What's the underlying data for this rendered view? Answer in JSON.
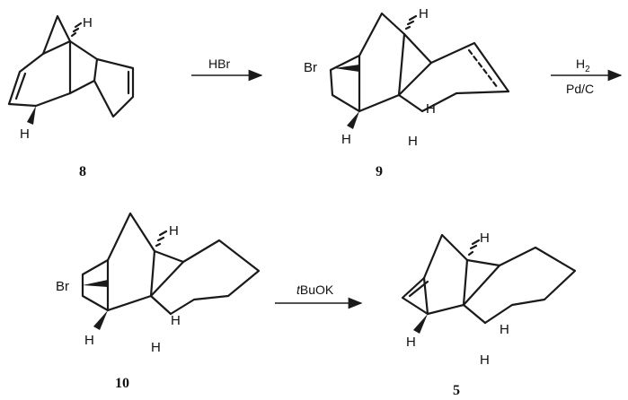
{
  "scheme": {
    "compounds": [
      {
        "number": "8"
      },
      {
        "number": "9"
      },
      {
        "number": "10"
      },
      {
        "number": "5"
      }
    ],
    "arrows": [
      {
        "reagent": "HBr"
      },
      {
        "reagent_top": "H",
        "reagent_top_sub": "2",
        "reagent_bottom": "Pd/C"
      },
      {
        "reagent": "tBuOK",
        "reagent_italic": "t",
        "reagent_rest": "BuOK"
      }
    ],
    "atoms": {
      "h": "H",
      "br": "Br"
    }
  }
}
